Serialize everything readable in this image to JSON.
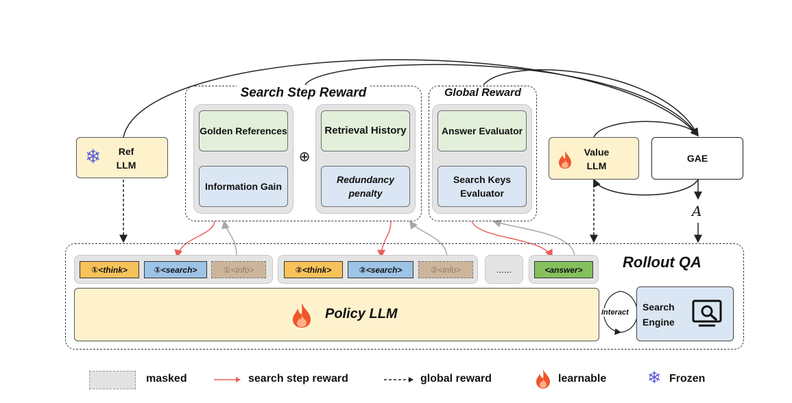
{
  "search_step_reward": {
    "title": "Search Step Reward",
    "golden_references": "Golden References",
    "information_gain": "Information Gain",
    "retrieval_history": "Retrieval History",
    "redundancy_penalty": "Redundancy penalty",
    "oplus": "⊕"
  },
  "global_reward": {
    "title": "Global Reward",
    "answer_evaluator": "Answer Evaluator",
    "search_keys_evaluator": "Search Keys Evaluator"
  },
  "ref_llm": {
    "label_line1": "Ref",
    "label_line2": "LLM",
    "icon": "snowflake-icon"
  },
  "value_llm": {
    "label_line1": "Value",
    "label_line2": "LLM",
    "icon": "flame-icon"
  },
  "gae": {
    "label": "GAE",
    "advantage": "A"
  },
  "rollout": {
    "title": "Rollout QA",
    "tokens_step1": [
      "①<think>",
      "①<search>",
      "①<Info>"
    ],
    "tokens_step2": [
      "②<think>",
      "②<search>",
      "②<info>"
    ],
    "ellipsis": "......",
    "answer": "<answer>",
    "policy_llm": "Policy LLM",
    "interact": "Interact",
    "search_engine_line1": "Search",
    "search_engine_line2": "Engine"
  },
  "legend": {
    "masked": "masked",
    "search_step_reward": "search step reward",
    "global_reward": "global reward",
    "learnable": "learnable",
    "frozen": "Frozen"
  },
  "colors": {
    "green_box": "#e2efda",
    "blue_box": "#dae6f3",
    "yellow_box": "#fdf2cc",
    "red_arrow": "#e8615c",
    "grey_arrow": "#a8a8a8",
    "snowflake": "#5a5ad6",
    "flame": "#f0552a"
  }
}
